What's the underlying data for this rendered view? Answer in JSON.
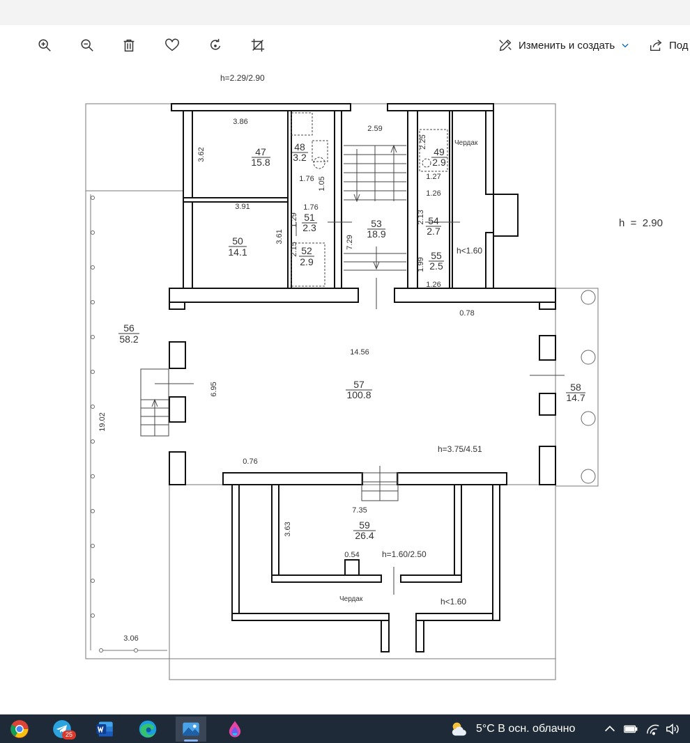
{
  "toolbar": {
    "edit_create_label": "Изменить и создать",
    "share_label": "Под"
  },
  "plan": {
    "top_height_note": "h=2.29/2.90",
    "right_height_note": "h  =  2.90",
    "rooms": [
      {
        "num": "47",
        "area": "15.8"
      },
      {
        "num": "48",
        "area": "3.2"
      },
      {
        "num": "49",
        "area": "2.9"
      },
      {
        "num": "50",
        "area": "14.1"
      },
      {
        "num": "51",
        "area": "2.3"
      },
      {
        "num": "52",
        "area": "2.9"
      },
      {
        "num": "53",
        "area": "18.9"
      },
      {
        "num": "54",
        "area": "2.7"
      },
      {
        "num": "55",
        "area": "2.5"
      },
      {
        "num": "56",
        "area": "58.2"
      },
      {
        "num": "57",
        "area": "100.8"
      },
      {
        "num": "58",
        "area": "14.7"
      },
      {
        "num": "59",
        "area": "26.4"
      }
    ],
    "dimensions": [
      "3.86",
      "3.62",
      "1.76",
      "1.05",
      "3.91",
      "1.76",
      "1.29",
      "3.61",
      "2.15",
      "2.59",
      "7.29",
      "2.25",
      "1.27",
      "1.26",
      "2.13",
      "1.99",
      "1.26",
      "0.78",
      "14.56",
      "6.95",
      "19.02",
      "0.76",
      "7.35",
      "3.63",
      "0.54",
      "3.06"
    ],
    "labels": {
      "attic_top": "Чердак",
      "h_upper_right": "h<1.60",
      "hall_height": "h=3.75/4.51",
      "room59_height": "h=1.60/2.50",
      "attic_bottom": "Чердак",
      "h_bottom": "h<1.60"
    }
  },
  "taskbar": {
    "telegram_badge": "25",
    "weather": "5°C  В осн. облачно"
  }
}
